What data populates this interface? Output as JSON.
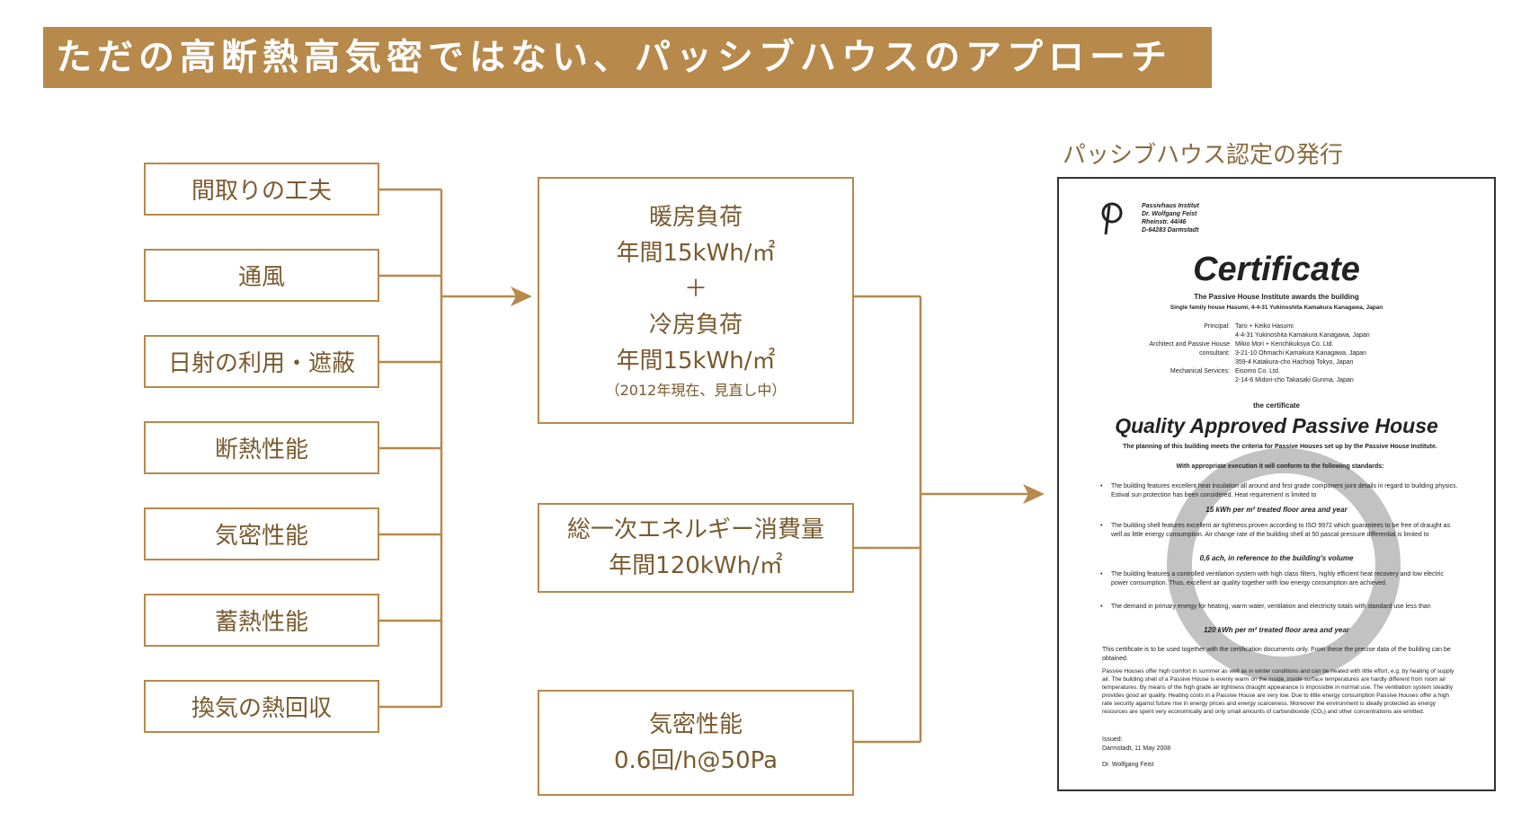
{
  "banner": {
    "title": "ただの高断熱高気密ではない、パッシブハウスのアプローチ"
  },
  "left_items": [
    "間取りの工夫",
    "通風",
    "日射の利用・遮蔽",
    "断熱性能",
    "気密性能",
    "蓄熱性能",
    "換気の熱回収"
  ],
  "load_box": {
    "heat_label": "暖房負荷",
    "heat_value": "年間15kWh/㎡",
    "plus": "＋",
    "cool_label": "冷房負荷",
    "cool_value": "年間15kWh/㎡",
    "note": "（2012年現在、見直し中）"
  },
  "energy_box": {
    "label": "総一次エネルギー消費量",
    "value": "年間120kWh/㎡"
  },
  "airtight_box": {
    "label": "気密性能",
    "value": "0.6回/h@50Pa"
  },
  "certificate": {
    "caption": "パッシブハウス認定の発行",
    "institute": [
      "Passivhaus Institut",
      "Dr. Wolfgang Feist",
      "Rheinstr. 44/46",
      "D-64283 Darmstadt"
    ],
    "title": "Certificate",
    "awards": "The Passive House Institute awards the building",
    "building": "Single family house Hasumi, 4-4-31 Yukinoshita Kamakura Kanagawa, Japan",
    "principal_label": "Principal:",
    "principal": "Taro + Keiko Hasumi",
    "principal_addr": "4-4-31 Yukinoshita Kamakura Kanagawa, Japan",
    "architect_label": "Architect and Passive House consultant:",
    "architect": "Mikio Mori + Kenchikuksya Co. Ltd.",
    "architect_addr1": "3-21-10 Ohmachi Kamakura Kanagawa, Japan",
    "architect_addr2": "359-4 Katakura-cho Hachioji Tokyo, Japan",
    "mech_label": "Mechanical Services:",
    "mech": "Eisomo Co. Ltd.",
    "mech_addr": "2-14-6 Midori-cho Takasaki Gunma, Japan",
    "the_certificate": "the certificate",
    "quality": "Quality Approved Passive House",
    "planning": "The planning of this building meets the criteria for Passive Houses set up by the Passive House Institute.",
    "execution": "With appropriate execution it will conform to the following standards:",
    "b1": "The building features excellent heat insulation all around and first grade component joint details in regard to building physics. Estival sun protection has been considered. Heat requirement is limited to",
    "s1": "15 kWh per m² treated floor area and year",
    "b2": "The building shell features excellent air tightness proven according to ISO 9972 which guarantees to be free of draught as well as little energy consumption. Air change rate of the building shell at 50 pascal pressure differential is limited to",
    "s2": "0,6 ach, in reference to the building's volume",
    "b3": "The building features a controlled ventilation system with high class filters, highly efficient heat recovery and low electric power consumption. Thus, excellent air quality together with low energy consumption are achieved.",
    "b4": "The demand in primary energy for heating, warm water, ventilation and electricity totals with standard use less than",
    "s3": "120 kWh per m² treated floor area and year",
    "p1": "This certificate is to be used together with the certification documents only. From these the precise data of the building can be obtained.",
    "p2": "Passive Houses offer high comfort in summer as well as in winter conditions and can be heated with little effort, e.g. by heating of supply air. The building shell of a Passive House is evenly warm on the inside, inside surface temperatures are hardly different from room air temperatures. By means of the high grade air tightness draught appearance is impossible in normal use. The ventilation system steadily provides good air quality. Heating costs in a Passive House are very low. Due to little energy consumption Passive Houses offer a high rate security against future rise in energy prices and energy scarceness. Moreover the environment is ideally protected as energy resources are spent very economically and only small amounts of carbondioxide (CO₂) and other concentrations are emitted.",
    "issued_label": "Issued:",
    "issued": "Darmstadt, 11 May 2008",
    "signer": "Dr. Wolfgang Feist"
  },
  "colors": {
    "accent": "#b7894a",
    "text": "#7a5a2e"
  }
}
